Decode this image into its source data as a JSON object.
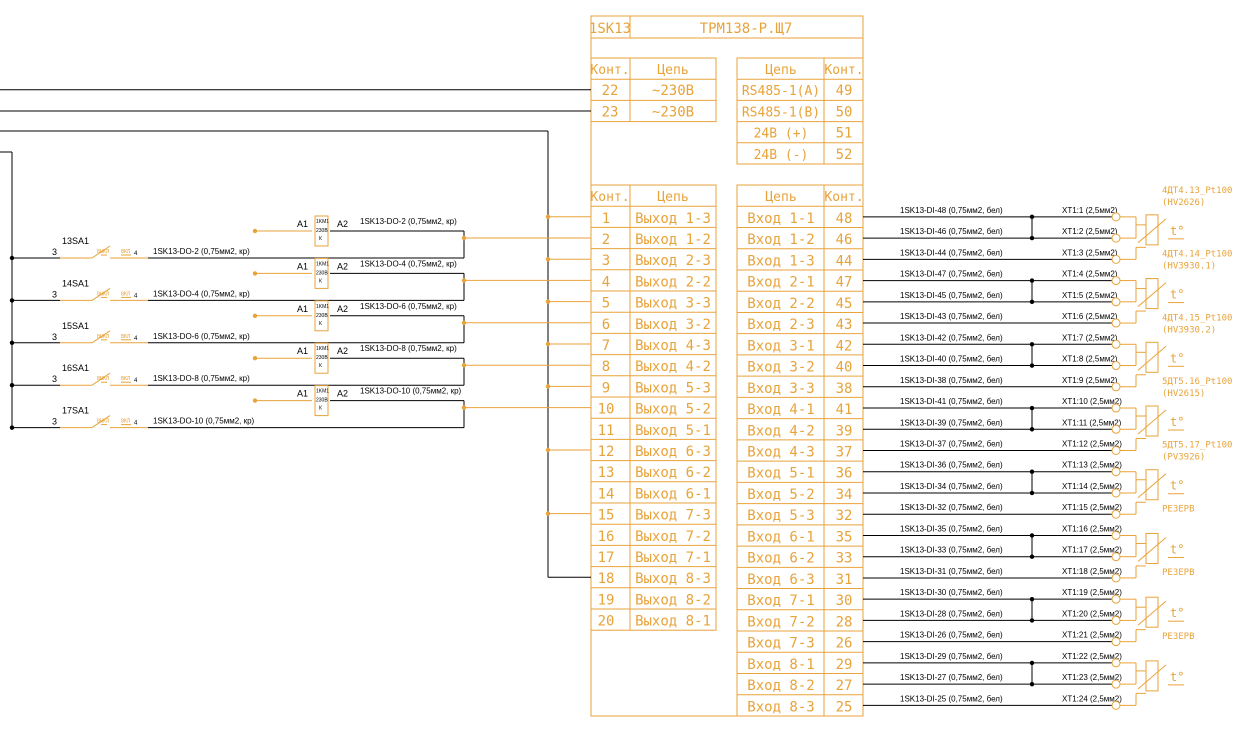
{
  "device": {
    "id": "1SK13",
    "title": "ТРМ138-Р.Щ7"
  },
  "power_header": {
    "kont": "Конт.",
    "cep": "Цепь"
  },
  "power_rows": [
    {
      "pin": "22",
      "label": "~230В"
    },
    {
      "pin": "23",
      "label": "~230В"
    }
  ],
  "comm_header": {
    "cep": "Цепь",
    "kont": "Конт."
  },
  "comm_rows": [
    {
      "label": "RS485-1(A)",
      "pin": "49"
    },
    {
      "label": "RS485-1(B)",
      "pin": "50"
    },
    {
      "label": "24В (+)",
      "pin": "51"
    },
    {
      "label": "24В (-)",
      "pin": "52"
    }
  ],
  "out_header": {
    "kont": "Конт.",
    "cep": "Цепь"
  },
  "outputs": [
    {
      "pin": "1",
      "label": "Выход 1-3"
    },
    {
      "pin": "2",
      "label": "Выход 1-2"
    },
    {
      "pin": "3",
      "label": "Выход 2-3"
    },
    {
      "pin": "4",
      "label": "Выход 2-2"
    },
    {
      "pin": "5",
      "label": "Выход 3-3"
    },
    {
      "pin": "6",
      "label": "Выход 3-2"
    },
    {
      "pin": "7",
      "label": "Выход 4-3"
    },
    {
      "pin": "8",
      "label": "Выход 4-2"
    },
    {
      "pin": "9",
      "label": "Выход 5-3"
    },
    {
      "pin": "10",
      "label": "Выход 5-2"
    },
    {
      "pin": "11",
      "label": "Выход 5-1"
    },
    {
      "pin": "12",
      "label": "Выход 6-3"
    },
    {
      "pin": "13",
      "label": "Выход 6-2"
    },
    {
      "pin": "14",
      "label": "Выход 6-1"
    },
    {
      "pin": "15",
      "label": "Выход 7-3"
    },
    {
      "pin": "16",
      "label": "Выход 7-2"
    },
    {
      "pin": "17",
      "label": "Выход 7-1"
    },
    {
      "pin": "18",
      "label": "Выход 8-3"
    },
    {
      "pin": "19",
      "label": "Выход 8-2"
    },
    {
      "pin": "20",
      "label": "Выход 8-1"
    }
  ],
  "in_header": {
    "cep": "Цепь",
    "kont": "Конт."
  },
  "inputs": [
    {
      "label": "Вход 1-1",
      "pin": "48",
      "wire": "1SK13-DI-48 (0,75мм2, бел)",
      "xt": "XT1:1 (2,5мм2)"
    },
    {
      "label": "Вход 1-2",
      "pin": "46",
      "wire": "1SK13-DI-46 (0,75мм2, бел)",
      "xt": "XT1:2 (2,5мм2)"
    },
    {
      "label": "Вход 1-3",
      "pin": "44",
      "wire": "1SK13-DI-44 (0,75мм2, бел)",
      "xt": "XT1:3 (2,5мм2)"
    },
    {
      "label": "Вход 2-1",
      "pin": "47",
      "wire": "1SK13-DI-47 (0,75мм2, бел)",
      "xt": "XT1:4 (2,5мм2)"
    },
    {
      "label": "Вход 2-2",
      "pin": "45",
      "wire": "1SK13-DI-45 (0,75мм2, бел)",
      "xt": "XT1:5 (2,5мм2)"
    },
    {
      "label": "Вход 2-3",
      "pin": "43",
      "wire": "1SK13-DI-43 (0,75мм2, бел)",
      "xt": "XT1:6 (2,5мм2)"
    },
    {
      "label": "Вход 3-1",
      "pin": "42",
      "wire": "1SK13-DI-42 (0,75мм2, бел)",
      "xt": "XT1:7 (2,5мм2)"
    },
    {
      "label": "Вход 3-2",
      "pin": "40",
      "wire": "1SK13-DI-40 (0,75мм2, бел)",
      "xt": "XT1:8 (2,5мм2)"
    },
    {
      "label": "Вход 3-3",
      "pin": "38",
      "wire": "1SK13-DI-38 (0,75мм2, бел)",
      "xt": "XT1:9 (2,5мм2)"
    },
    {
      "label": "Вход 4-1",
      "pin": "41",
      "wire": "1SK13-DI-41 (0,75мм2, бел)",
      "xt": "XT1:10 (2,5мм2)"
    },
    {
      "label": "Вход 4-2",
      "pin": "39",
      "wire": "1SK13-DI-39 (0,75мм2, бел)",
      "xt": "XT1:11 (2,5мм2)"
    },
    {
      "label": "Вход 4-3",
      "pin": "37",
      "wire": "1SK13-DI-37 (0,75мм2, бел)",
      "xt": "XT1:12 (2,5мм2)"
    },
    {
      "label": "Вход 5-1",
      "pin": "36",
      "wire": "1SK13-DI-36 (0,75мм2, бел)",
      "xt": "XT1:13 (2,5мм2)"
    },
    {
      "label": "Вход 5-2",
      "pin": "34",
      "wire": "1SK13-DI-34 (0,75мм2, бел)",
      "xt": "XT1:14 (2,5мм2)"
    },
    {
      "label": "Вход 5-3",
      "pin": "32",
      "wire": "1SK13-DI-32 (0,75мм2, бел)",
      "xt": "XT1:15 (2,5мм2)"
    },
    {
      "label": "Вход 6-1",
      "pin": "35",
      "wire": "1SK13-DI-35 (0,75мм2, бел)",
      "xt": "XT1:16 (2,5мм2)"
    },
    {
      "label": "Вход 6-2",
      "pin": "33",
      "wire": "1SK13-DI-33 (0,75мм2, бел)",
      "xt": "XT1:17 (2,5мм2)"
    },
    {
      "label": "Вход 6-3",
      "pin": "31",
      "wire": "1SK13-DI-31 (0,75мм2, бел)",
      "xt": "XT1:18 (2,5мм2)"
    },
    {
      "label": "Вход 7-1",
      "pin": "30",
      "wire": "1SK13-DI-30 (0,75мм2, бел)",
      "xt": "XT1:19 (2,5мм2)"
    },
    {
      "label": "Вход 7-2",
      "pin": "28",
      "wire": "1SK13-DI-28 (0,75мм2, бел)",
      "xt": "XT1:20 (2,5мм2)"
    },
    {
      "label": "Вход 7-3",
      "pin": "26",
      "wire": "1SK13-DI-26 (0,75мм2, бел)",
      "xt": "XT1:21 (2,5мм2)"
    },
    {
      "label": "Вход 8-1",
      "pin": "29",
      "wire": "1SK13-DI-29 (0,75мм2, бел)",
      "xt": "XT1:22 (2,5мм2)"
    },
    {
      "label": "Вход 8-2",
      "pin": "27",
      "wire": "1SK13-DI-27 (0,75мм2, бел)",
      "xt": "XT1:23 (2,5мм2)"
    },
    {
      "label": "Вход 8-3",
      "pin": "25",
      "wire": "1SK13-DI-25 (0,75мм2, бел)",
      "xt": "XT1:24 (2,5мм2)"
    }
  ],
  "sensors": [
    {
      "name": "4ДТ4.13_Pt100",
      "sub": "(HV2626)",
      "first_row": 0
    },
    {
      "name": "4ДТ4.14_Pt100",
      "sub": "(HV3930.1)",
      "first_row": 3
    },
    {
      "name": "4ДТ4.15_Pt100",
      "sub": "(HV3930.2)",
      "first_row": 6
    },
    {
      "name": "5ДТ5.16_Pt100",
      "sub": "(HV2615)",
      "first_row": 9
    },
    {
      "name": "5ДТ5.17_Pt100",
      "sub": "(PV3926)",
      "first_row": 12
    },
    {
      "name": "РЕЗЕРВ",
      "sub": "",
      "first_row": 15
    },
    {
      "name": "РЕЗЕРВ",
      "sub": "",
      "first_row": 18
    },
    {
      "name": "РЕЗЕРВ",
      "sub": "",
      "first_row": 21
    }
  ],
  "sensor_symbol": "t°",
  "relay_circuits": [
    {
      "sa": "13SA1",
      "km": "1KM1",
      "sa_wire": "1SK13-DO-2 (0,75мм2, кр)",
      "km_wire": "1SK13-DO-2 (0,75мм2, кр)",
      "out_row": 1
    },
    {
      "sa": "14SA1",
      "km": "1KM1",
      "sa_wire": "1SK13-DO-4 (0,75мм2, кр)",
      "km_wire": "1SK13-DO-4 (0,75мм2, кр)",
      "out_row": 3
    },
    {
      "sa": "15SA1",
      "km": "1KM1",
      "sa_wire": "1SK13-DO-6 (0,75мм2, кр)",
      "km_wire": "1SK13-DO-6 (0,75мм2, кр)",
      "out_row": 5
    },
    {
      "sa": "16SA1",
      "km": "1KM1",
      "sa_wire": "1SK13-DO-8 (0,75мм2, кр)",
      "km_wire": "1SK13-DO-8 (0,75мм2, кр)",
      "out_row": 7
    },
    {
      "sa": "17SA1",
      "km": "1KM1",
      "sa_wire": "1SK13-DO-10 (0,75мм2, кр)",
      "km_wire": "1SK13-DO-10 (0,75мм2, кр)",
      "out_row": 9
    }
  ],
  "relay_text": {
    "a1": "A1",
    "a2": "A2",
    "pin3": "3",
    "pin4": "4",
    "vykl": "ВЫКЛ",
    "vkl": "ВКЛ",
    "coil_v": "230В",
    "coil_k": "К"
  },
  "colors": {
    "outline": "#e8a33a",
    "wire": "#000000",
    "background": "#ffffff"
  }
}
